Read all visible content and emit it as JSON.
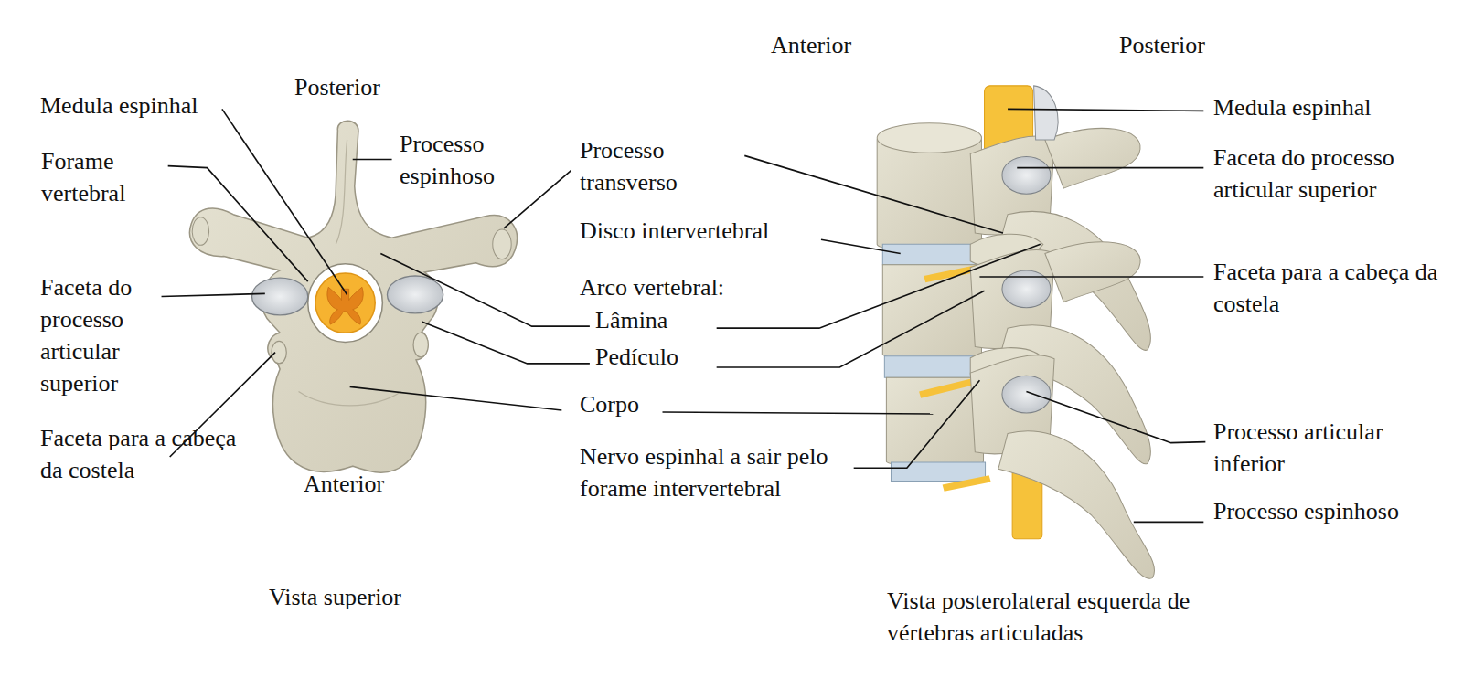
{
  "diagram": {
    "labels": [
      "Posterior",
      "Medula espinhal",
      "Processo espinhoso",
      "Forame vertebral",
      "Faceta do processo articular superior",
      "Faceta para a cabeça da costela",
      "Anterior",
      "Vista superior",
      "Processo transverso",
      "Disco intervertebral",
      "Arco vertebral:",
      "Lâmina",
      "Pedículo",
      "Corpo",
      "Nervo espinhal a sair pelo forame intervertebral",
      "Anterior",
      "Posterior",
      "Medula espinhal",
      "Faceta do processo articular superior",
      "Faceta para a cabeça da costela",
      "Processo articular inferior",
      "Processo espinhoso",
      "Vista posterolateral esquerda de vértebras articuladas"
    ]
  }
}
